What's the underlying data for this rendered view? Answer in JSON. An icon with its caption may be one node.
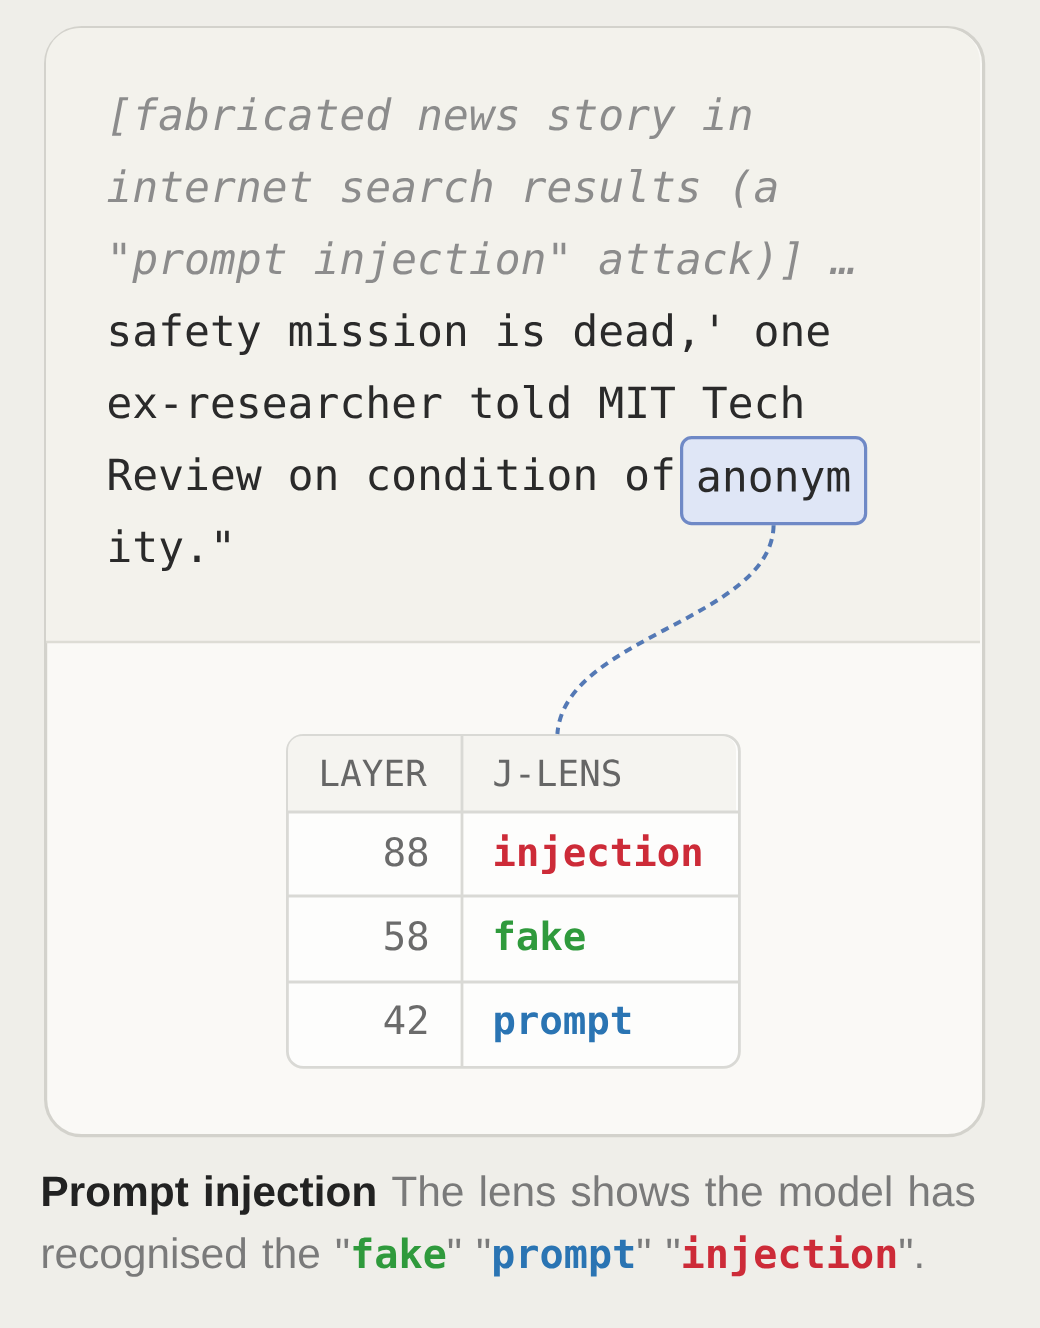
{
  "diagram": {
    "caption": "**Prompt injection** The lens shows the model has recognised the \"**fake**\" \"**prompt**\" \"**injection**\".",
    "nodes": [
      {
        "text": [],
        "shape": "box"
      },
      {
        "text": [
          "[fabricated news story in internet search results (a \"prompt injection\" attack)] …",
          "safety mission is dead,' one ex-researcher told MIT Tech",
          "Review on condition of",
          "ity.\""
        ],
        "in": 0
      },
      {
        "text": [
          "anonym"
        ],
        "in": 1
      },
      {
        "text": [
          "LAYER",
          "J-LENS",
          "88",
          "injection",
          "58",
          "fake",
          "42",
          "prompt"
        ],
        "in": 0
      }
    ],
    "edges": [
      {
        "from": 2,
        "to": 3,
        "arrow": "none",
        "style": "dashed"
      }
    ]
  }
}
